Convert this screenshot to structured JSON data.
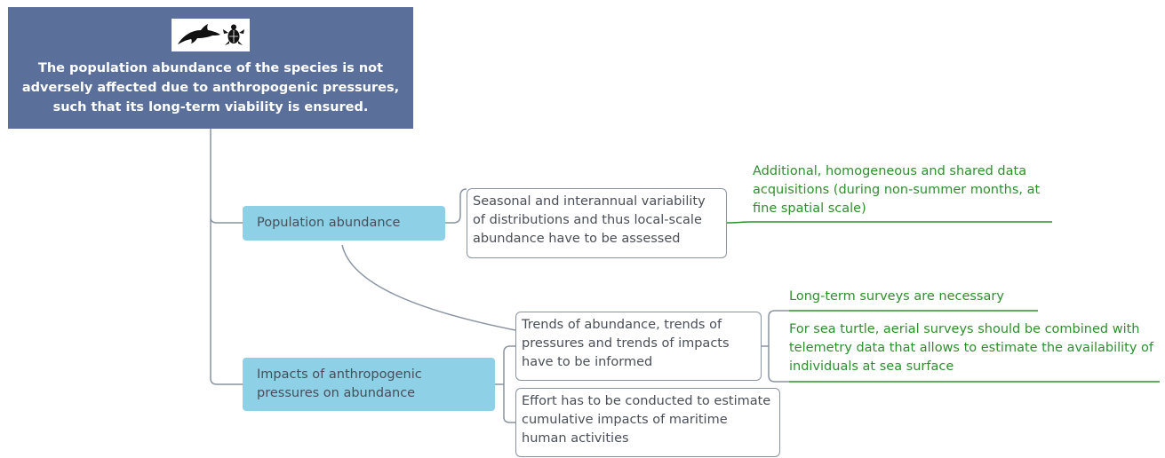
{
  "root": {
    "title": "The population abundance of the species is not adversely affected due to anthropogenic pressures, such that its long-term viability is ensured.",
    "icons": [
      "dolphin-icon",
      "sea-turtle-icon"
    ]
  },
  "topics": [
    {
      "label": "Population abundance"
    },
    {
      "label": "Impacts of anthropogenic pressures on abundance"
    }
  ],
  "subtopics": [
    {
      "text": "Seasonal and interannual variability of distributions and thus local-scale abundance have to be assessed"
    },
    {
      "text": "Trends of abundance, trends of pressures and trends of impacts have to be informed"
    },
    {
      "text": "Effort has to be conducted to estimate cumulative impacts of maritime human activities"
    }
  ],
  "notes": [
    {
      "text": "Additional, homogeneous and shared data acquisitions (during non-summer months, at fine spatial scale)"
    },
    {
      "text": "Long-term surveys are necessary"
    },
    {
      "text": "For sea turtle, aerial surveys should be combined with telemetry data that allows to estimate the availability of individuals at sea surface"
    }
  ],
  "colors": {
    "root_bg": "#5a6f99",
    "topic_bg": "#8ed0e6",
    "note_text": "#2f8f2f",
    "connector": "#8a93a1"
  }
}
